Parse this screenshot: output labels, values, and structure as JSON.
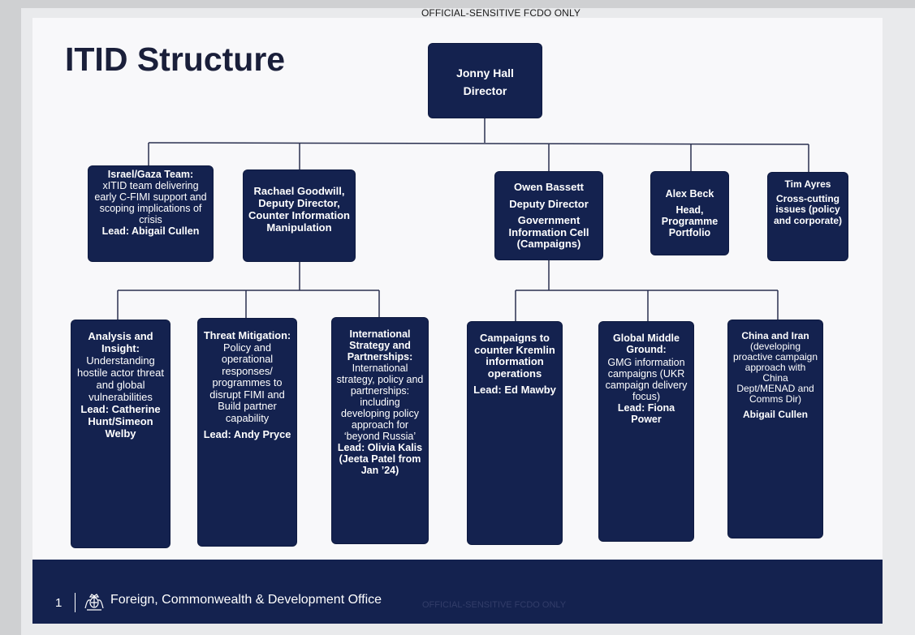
{
  "classification": "OFFICIAL-SENSITIVE  FCDO ONLY",
  "classification_footer": "OFFICIAL-SENSITIVE  FCDO ONLY",
  "title": "ITID Structure",
  "director": {
    "name": "Jonny Hall",
    "role": "Director"
  },
  "level2": {
    "israel_gaza": {
      "heading": "Israel/Gaza Team:",
      "body": "xITID team delivering early C-FIMI support and scoping implications of crisis",
      "lead": "Lead: Abigail Cullen"
    },
    "rachael": {
      "text": "Rachael Goodwill, Deputy Director, Counter Information Manipulation"
    },
    "owen": {
      "name": "Owen Bassett",
      "role": "Deputy Director",
      "unit": "Government Information Cell (Campaigns)"
    },
    "alex": {
      "name": "Alex Beck",
      "role": "Head, Programme Portfolio"
    },
    "tim": {
      "name": "Tim Ayres",
      "role": "Cross-cutting issues (policy and corporate)"
    }
  },
  "level3": {
    "analysis": {
      "heading": "Analysis and Insight:",
      "body": "Understanding hostile actor threat and global vulnerabilities",
      "lead": "Lead: Catherine Hunt/Simeon Welby"
    },
    "threat": {
      "heading": "Threat Mitigation:",
      "body": "Policy and operational responses/ programmes to disrupt FIMI and Build partner capability",
      "lead": "Lead: Andy Pryce"
    },
    "international": {
      "heading": "International Strategy and Partnerships:",
      "body": "International strategy, policy and partnerships: including developing policy approach for ‘beyond Russia’",
      "lead": "Lead: Olivia Kalis (Jeeta Patel from Jan ’24)"
    },
    "campaigns": {
      "heading": "Campaigns to counter Kremlin information operations",
      "lead": "Lead: Ed Mawby"
    },
    "gmg": {
      "heading": "Global Middle Ground:",
      "body": "GMG information campaigns (UKR campaign delivery focus)",
      "lead": "Lead: Fiona Power"
    },
    "china": {
      "heading": "China and Iran",
      "body": "(developing proactive campaign approach with China Dept/MENAD and Comms Dir)",
      "lead": "Abigail Cullen"
    }
  },
  "footer": {
    "slide_number": "1",
    "org_name": "Foreign, Commonwealth & Development Office",
    "crest_icon": "royal-crest-icon"
  },
  "colors": {
    "box_fill": "#14224f",
    "connector": "#2a3050",
    "background": "#f8f8fa"
  }
}
